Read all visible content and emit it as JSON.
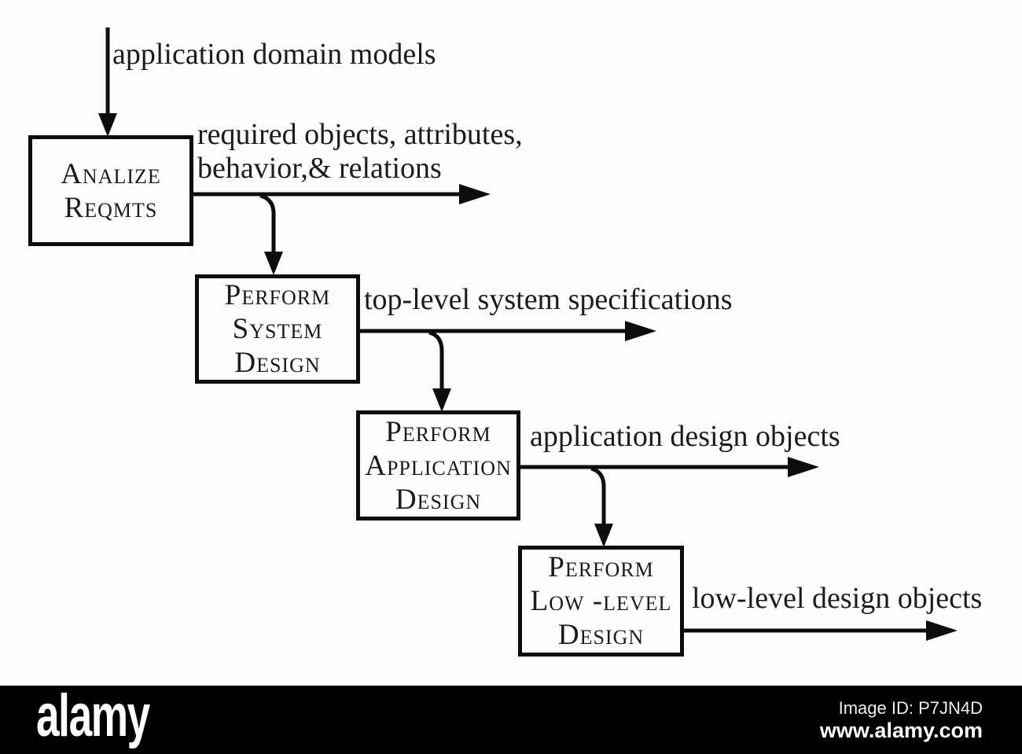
{
  "diagram": {
    "nodes": {
      "analyze": {
        "line1": "Analize",
        "line2": "Reqmts"
      },
      "system": {
        "line1": "Perform",
        "line2": "System",
        "line3": "Design"
      },
      "application": {
        "line1": "Perform",
        "line2": "Application",
        "line3": "Design"
      },
      "low_level": {
        "line1": "Perform",
        "line2": "Low -level",
        "line3": "Design"
      }
    },
    "flows": {
      "input": {
        "label": "application domain models"
      },
      "analyze_out": {
        "line1": "required objects, attributes,",
        "line2": "behavior,& relations"
      },
      "system_out": {
        "label": "top-level system specifications"
      },
      "application_out": {
        "label": "application design objects"
      },
      "low_level_out": {
        "label": "low-level design objects"
      }
    }
  },
  "watermark": {
    "logo": "alamy",
    "image_id": "Image ID: P7JN4D",
    "url": "www.alamy.com"
  },
  "colors": {
    "background": "#fdfdfd",
    "ink": "#0d0d0d",
    "bar_background": "#000000",
    "bar_text": "#ffffff"
  }
}
